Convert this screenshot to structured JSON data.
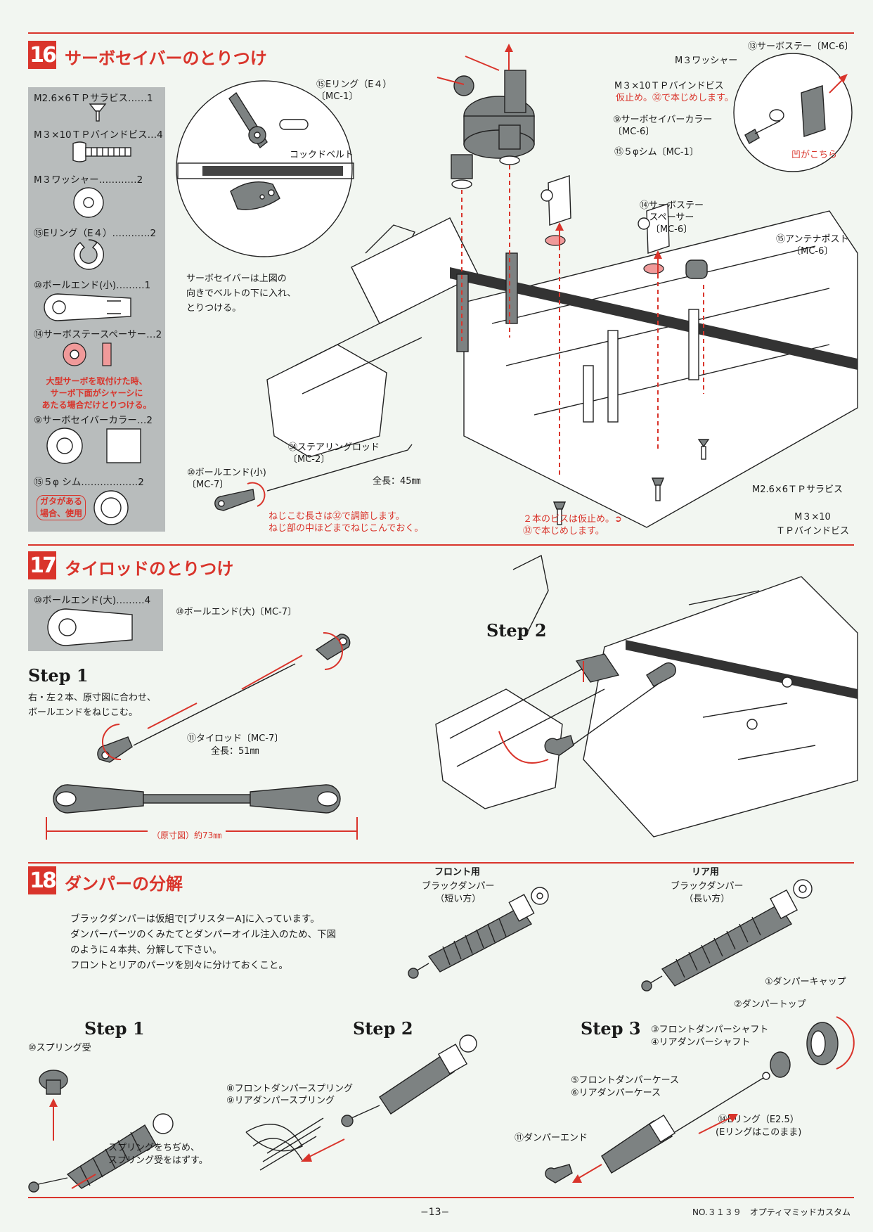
{
  "section16": {
    "number": "16",
    "title": "サーボセイバーのとりつけ",
    "parts": [
      {
        "label": "M2.6×6ＴＰサラビス……1"
      },
      {
        "label": "M３×10ＴＰバインドビス…4"
      },
      {
        "label": "M３ワッシャー…………2"
      },
      {
        "label": "⑮Eリング（E４）…………2"
      },
      {
        "label": "⑩ボールエンド(小)………1"
      },
      {
        "label": "⑭サーボステースペーサー…2"
      },
      {
        "label": "⑨サーボセイバーカラー…2"
      },
      {
        "label": "⑮５φ シム………………2"
      }
    ],
    "spacer_note": "大型サーボを取付けた時、\nサーボ下面がシャーシに\nあたる場合だけとりつける。",
    "shim_note": "ガタがある\n場合、使用",
    "callouts": {
      "cock_belt": "コックドベルト",
      "inset_note": "サーボセイバーは上図の\n向きでベルトの下に入れ、\nとりつける。",
      "e_ring": "⑮Eリング（E４）\n〔MC-1〕",
      "servo_stay": "⑬サーボステー〔MC-6〕",
      "m3_washer": "M３ワッシャー",
      "m3_bind": "M３×10ＴＰバインドビス",
      "m3_bind_note": "仮止め。㉜で本じめします。",
      "saver_collar": "⑨サーボセイバーカラー\n〔MC-6〕",
      "shim": "⑮５φシム〔MC-1〕",
      "dent_here": "凹がこちら",
      "stay_spacer": "⑭サーボステー\nスペーサー\n〔MC-6〕",
      "antenna_post": "⑮アンテナポスト\n〔MC-6〕",
      "steering_rod": "㉞ステアリングロッド\n〔MC-2〕",
      "steering_len": "全長：45㎜",
      "ball_end_small": "⑩ボールエンド(小)\n〔MC-7〕",
      "screw_note": "ねじこむ長さは㉜で調節します。\nねじ部の中ほどまでねじこんでおく。",
      "m26_screw": "M2.6×6ＴＰサラビス",
      "two_screws": "２本のビスは仮止め。➲\n㉜で本じめします。",
      "m3x10": "M３×10\nＴＰバインドビス"
    }
  },
  "section17": {
    "number": "17",
    "title": "タイロッドのとりつけ",
    "part": "⑩ボールエンド(大)………4",
    "ball_end_large": "⑩ボールエンド(大)〔MC-7〕",
    "step1": "Step 1",
    "step1_text": "右・左２本、原寸図に合わせ、\nボールエンドをねじこむ。",
    "tie_rod": "⑪タイロッド〔MC-7〕",
    "tie_rod_len": "全長：51㎜",
    "actual_size": "（原寸図）約73㎜",
    "step2": "Step 2"
  },
  "section18": {
    "number": "18",
    "title": "ダンパーの分解",
    "intro": "ブラックダンパーは仮組で[ブリスターA]に入っています。\nダンパーパーツのくみたてとダンパーオイル注入のため、下図\nのように４本共、分解して下さい。\nフロントとリアのパーツを別々に分けておくこと。",
    "front_title": "フロント用",
    "front_sub": "ブラックダンパー\n（短い方）",
    "rear_title": "リア用",
    "rear_sub": "ブラックダンパー\n（長い方）",
    "step1": "Step 1",
    "spring_seat": "⑩スプリング受",
    "compress_note": "スプリングをちぢめ、\nスプリング受をはずす。",
    "step2": "Step 2",
    "springs": "⑧フロントダンパースプリング\n⑨リアダンパースプリング",
    "step3": "Step 3",
    "damper_cap": "①ダンパーキャップ",
    "damper_top": "②ダンパートップ",
    "shafts": "③フロントダンパーシャフト\n④リアダンパーシャフト",
    "cases": "⑤フロントダンパーケース\n⑥リアダンパーケース",
    "damper_end": "⑪ダンパーエンド",
    "e_ring": "⑭Eリング（E2.5）\n(Eリングはこのまま)"
  },
  "footer": {
    "page": "−13−",
    "model": "NO.３１３９　オプティマミッドカスタム"
  }
}
